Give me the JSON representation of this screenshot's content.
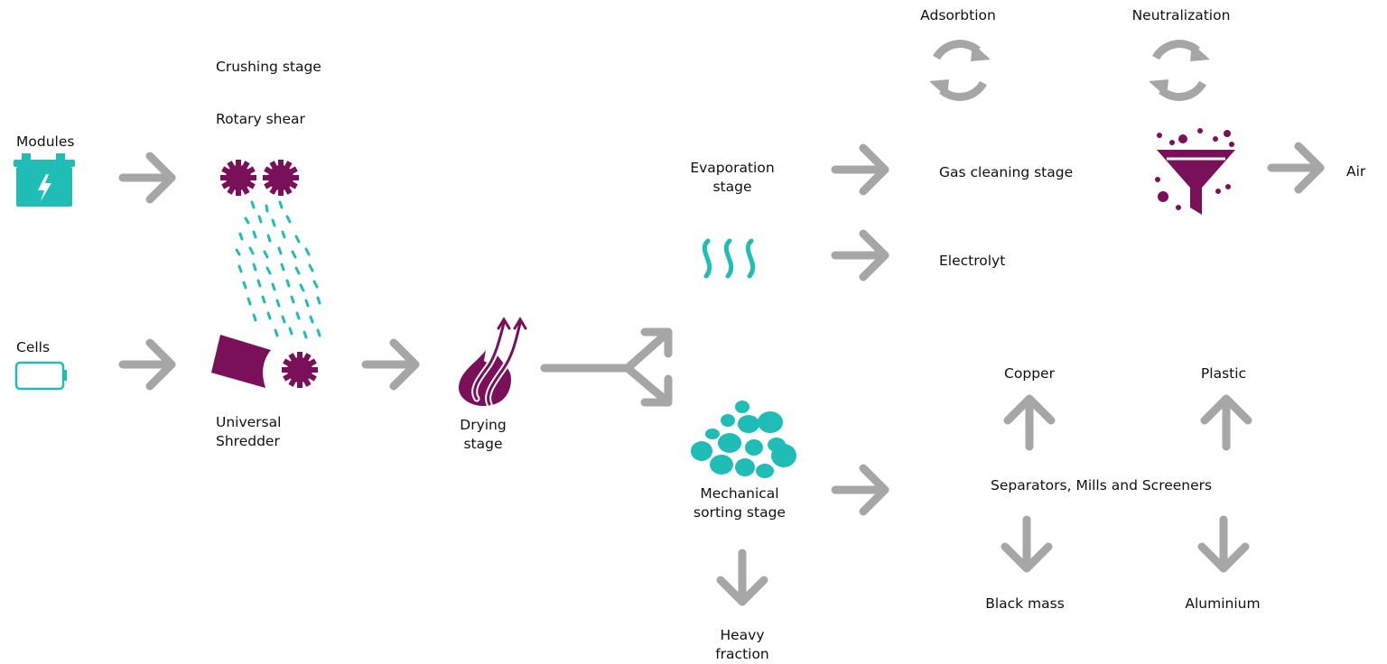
{
  "colors": {
    "arrow": "#a6a6a6",
    "teal": "#1fbdb6",
    "purple": "#7a1059",
    "text": "#111111"
  },
  "inputs": {
    "modules": "Modules",
    "cells": "Cells"
  },
  "crushing": {
    "title": "Crushing stage",
    "rotary_shear": "Rotary shear",
    "universal_shredder": "Universal Shredder"
  },
  "drying": {
    "label": "Drying stage"
  },
  "evaporation": {
    "label": "Evaporation stage",
    "gas_cleaning": "Gas cleaning stage",
    "electrolyte": "Electrolyt",
    "adsorption": "Adsorbtion",
    "neutralization": "Neutralization",
    "air": "Air"
  },
  "sorting": {
    "label": "Mechanical sorting stage",
    "heavy_fraction": "Heavy fraction",
    "separators": "Separators, Mills and Screeners",
    "copper": "Copper",
    "plastic": "Plastic",
    "black_mass": "Black mass",
    "aluminium": "Aluminium"
  },
  "icons": {
    "modules": "car-battery-icon",
    "cells": "battery-cell-icon",
    "rotary_shear": "twin-gears-icon",
    "shredder": "shredder-drum-icon",
    "drying": "flame-steam-icon",
    "evaporation": "heat-waves-icon",
    "adsorption": "cycle-arrows-icon",
    "neutralization": "cycle-arrows-icon",
    "filter": "funnel-filter-icon",
    "sorting": "stone-pile-icon"
  }
}
